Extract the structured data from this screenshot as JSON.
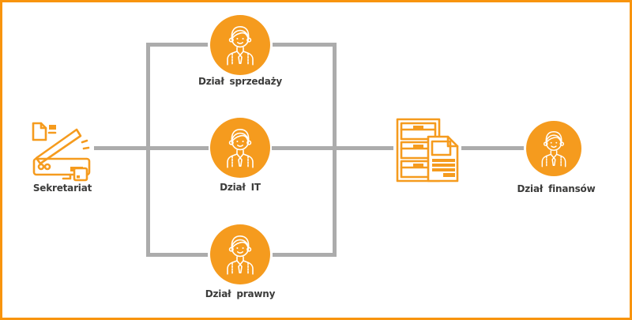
{
  "diagram": {
    "description_type": "workflow-diagram",
    "colors": {
      "accent": "#F59B1E",
      "connector": "#ACACAC",
      "text": "#3C3C3B",
      "frame_border": "#F8940E",
      "background": "#FFFFFF",
      "person_stroke": "#FFFFFF"
    },
    "nodes": {
      "sekretariat": {
        "label": "Sekretariat",
        "icon": "scanner-icon"
      },
      "sprzedaz": {
        "label": "Dział sprzedaży",
        "icon": "person-icon"
      },
      "it": {
        "label": "Dział IT",
        "icon": "person-icon"
      },
      "prawny": {
        "label": "Dział prawny",
        "icon": "person-icon"
      },
      "archiwum": {
        "label": "",
        "icon": "document-archive-icon"
      },
      "finanse": {
        "label": "Dział finansów",
        "icon": "person-icon"
      }
    },
    "edges": [
      {
        "from": "sekretariat",
        "to": "sprzedaz"
      },
      {
        "from": "sekretariat",
        "to": "it"
      },
      {
        "from": "sekretariat",
        "to": "prawny"
      },
      {
        "from": "sprzedaz",
        "to": "archiwum"
      },
      {
        "from": "it",
        "to": "archiwum"
      },
      {
        "from": "prawny",
        "to": "archiwum"
      },
      {
        "from": "archiwum",
        "to": "finanse"
      }
    ]
  }
}
